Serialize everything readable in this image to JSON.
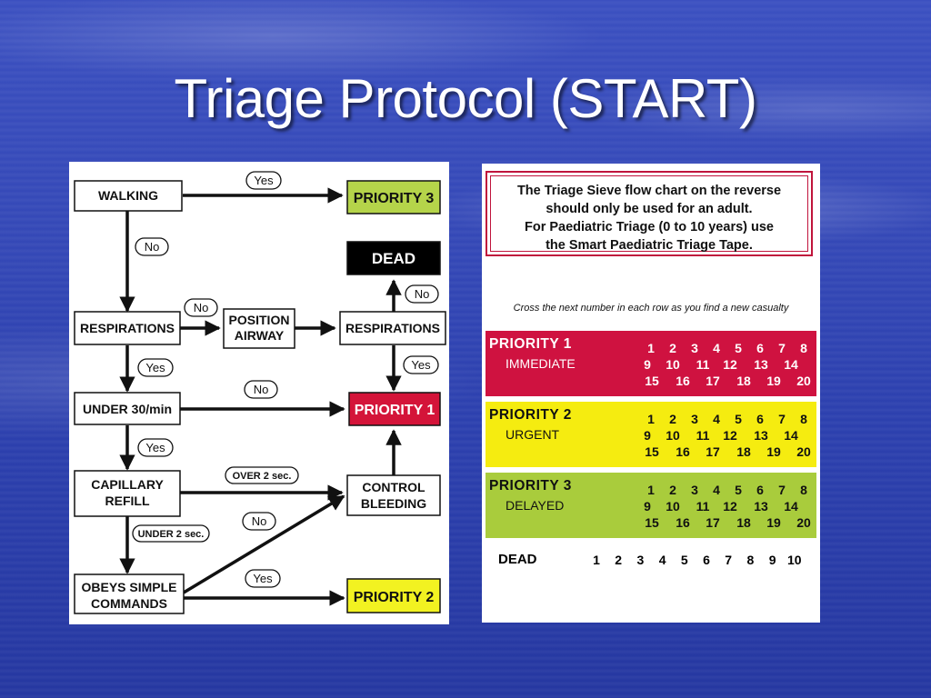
{
  "title": "Triage Protocol (START)",
  "flowchart": {
    "nodes": {
      "walking": "WALKING",
      "respirations_left_1": "RESPIRATIONS",
      "position_airway_1": "POSITION",
      "position_airway_2": "AIRWAY",
      "respirations_right": "RESPIRATIONS",
      "under30": "UNDER 30/min",
      "capillary_1": "CAPILLARY",
      "capillary_2": "REFILL",
      "obeys_1": "OBEYS SIMPLE",
      "obeys_2": "COMMANDS",
      "control_1": "CONTROL",
      "control_2": "BLEEDING",
      "priority3": "PRIORITY 3",
      "dead": "DEAD",
      "priority1": "PRIORITY 1",
      "priority2": "PRIORITY 2"
    },
    "labels": {
      "walking_yes": "Yes",
      "walking_no": "No",
      "resp_no": "No",
      "resp_yes": "Yes",
      "resp_right_no": "No",
      "resp_right_yes": "Yes",
      "under30_no": "No",
      "under30_yes": "Yes",
      "over2": "OVER 2 sec.",
      "under2": "UNDER 2 sec.",
      "obeys_no": "No",
      "obeys_yes": "Yes"
    },
    "colors": {
      "priority3": "#b5d44a",
      "dead": "#000000",
      "priority1": "#d41439",
      "priority2": "#f2f221"
    }
  },
  "sieve": {
    "notice": [
      "The Triage Sieve flow chart on the reverse",
      "should only be used for an adult.",
      "For Paediatric Triage (0 to 10 years) use",
      "the Smart Paediatric Triage Tape."
    ],
    "instruction": "Cross the next number in each row as you find a new casualty",
    "bands": [
      {
        "title": "PRIORITY  1",
        "subtitle": "IMMEDIATE",
        "color": "#cf1240",
        "text_color": "#ffffff",
        "rows": [
          [
            "1",
            "2",
            "3",
            "4",
            "5",
            "6",
            "7",
            "8"
          ],
          [
            "9",
            "10",
            "11",
            "12",
            "13",
            "14"
          ],
          [
            "15",
            "16",
            "17",
            "18",
            "19",
            "20"
          ]
        ]
      },
      {
        "title": "PRIORITY  2",
        "subtitle": "URGENT",
        "color": "#f5ec10",
        "text_color": "#111111",
        "rows": [
          [
            "1",
            "2",
            "3",
            "4",
            "5",
            "6",
            "7",
            "8"
          ],
          [
            "9",
            "10",
            "11",
            "12",
            "13",
            "14"
          ],
          [
            "15",
            "16",
            "17",
            "18",
            "19",
            "20"
          ]
        ]
      },
      {
        "title": "PRIORITY  3",
        "subtitle": "DELAYED",
        "color": "#a9cc3c",
        "text_color": "#111111",
        "rows": [
          [
            "1",
            "2",
            "3",
            "4",
            "5",
            "6",
            "7",
            "8"
          ],
          [
            "9",
            "10",
            "11",
            "12",
            "13",
            "14"
          ],
          [
            "15",
            "16",
            "17",
            "18",
            "19",
            "20"
          ]
        ]
      }
    ],
    "dead": {
      "label": "DEAD",
      "numbers": [
        "1",
        "2",
        "3",
        "4",
        "5",
        "6",
        "7",
        "8",
        "9",
        "10"
      ]
    }
  }
}
